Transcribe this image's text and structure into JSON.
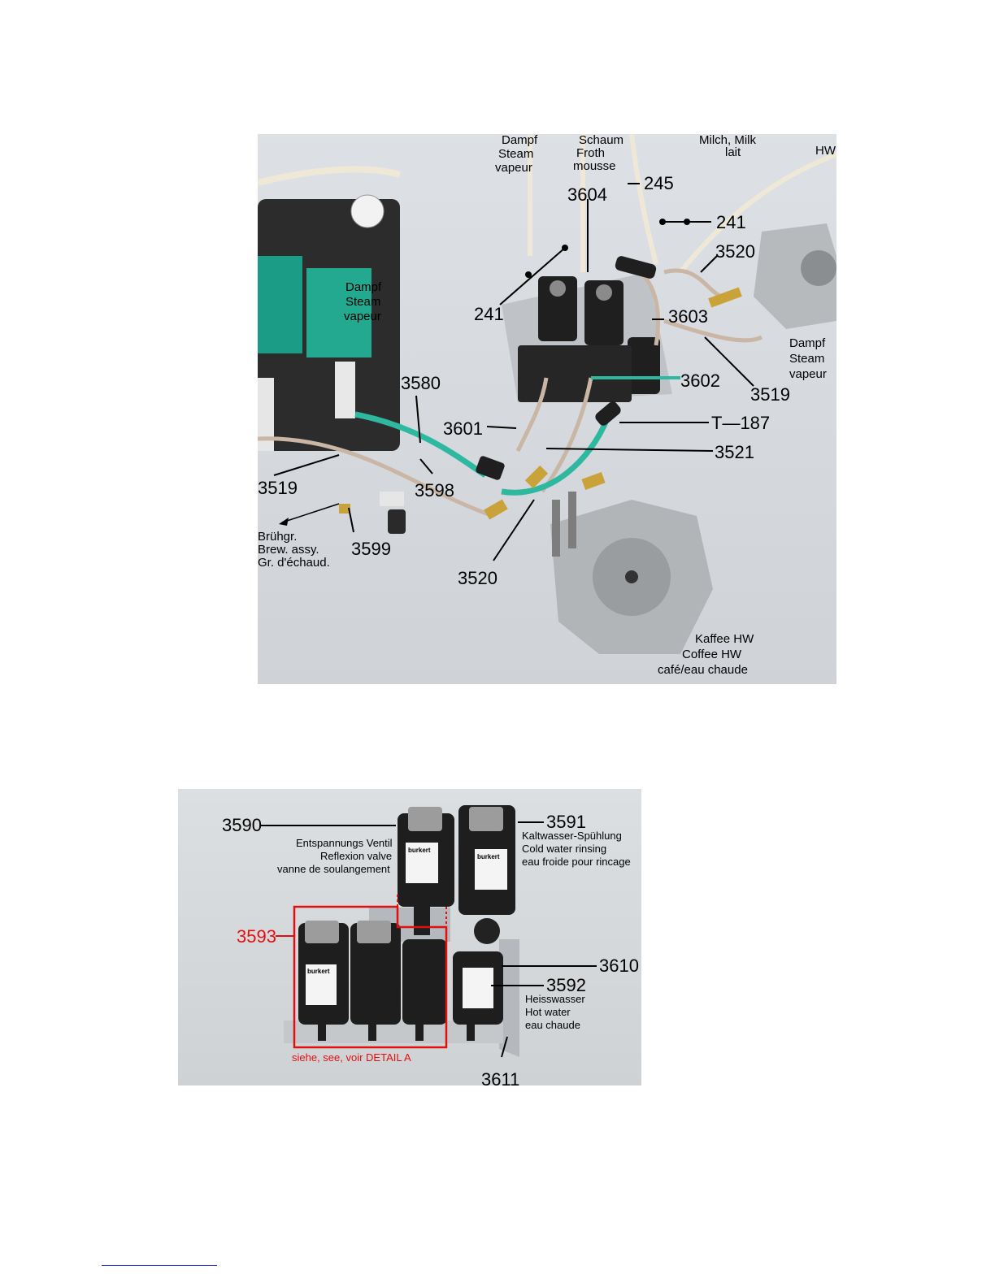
{
  "figure_top": {
    "labels": {
      "dampf_top": [
        "Dampf",
        "Steam",
        "vapeur"
      ],
      "schaum": [
        "Schaum",
        "Froth",
        "mousse"
      ],
      "milch": [
        "Milch, Milk",
        "lait"
      ],
      "hw": "HW",
      "dampf_left": [
        "Dampf",
        "Steam",
        "vapeur"
      ],
      "dampf_right": [
        "Dampf",
        "Steam",
        "vapeur"
      ],
      "bruhgr": [
        "Brühgr.",
        "Brew. assy.",
        "Gr. d'échaud."
      ],
      "kaffee": [
        "Kaffee HW",
        "Coffee HW",
        "café/eau chaude"
      ]
    },
    "parts": {
      "p3604": "3604",
      "p245": "245",
      "p241a": "241",
      "p241b": "241",
      "p3520a": "3520",
      "p3603": "3603",
      "p3602": "3602",
      "p3519a": "3519",
      "p3580": "3580",
      "p3601": "3601",
      "pT187": "T—187",
      "p3521": "3521",
      "p3519b": "3519",
      "p3598": "3598",
      "p3599": "3599",
      "p3520b": "3520"
    }
  },
  "figure_bottom": {
    "parts": {
      "p3590": "3590",
      "p3591": "3591",
      "p3593": "3593",
      "p3610": "3610",
      "p3592": "3592",
      "p3611": "3611"
    },
    "labels": {
      "entspannung": [
        "Entspannungs Ventil",
        "Reflexion valve",
        "vanne de soulangement"
      ],
      "kaltwasser": [
        "Kaltwasser-Spühlung",
        "Cold water rinsing",
        "eau froide pour rincage"
      ],
      "heisswasser": [
        "Heisswasser",
        "Hot water",
        "eau chaude"
      ],
      "detail": "siehe, see, voir  DETAIL  A",
      "brand": "burkert"
    }
  },
  "colors": {
    "accent_teal": "#2fb8a0",
    "detail_red": "#e01010",
    "tube": "#c9b6a4",
    "footer_link": "#2a3cc8"
  }
}
